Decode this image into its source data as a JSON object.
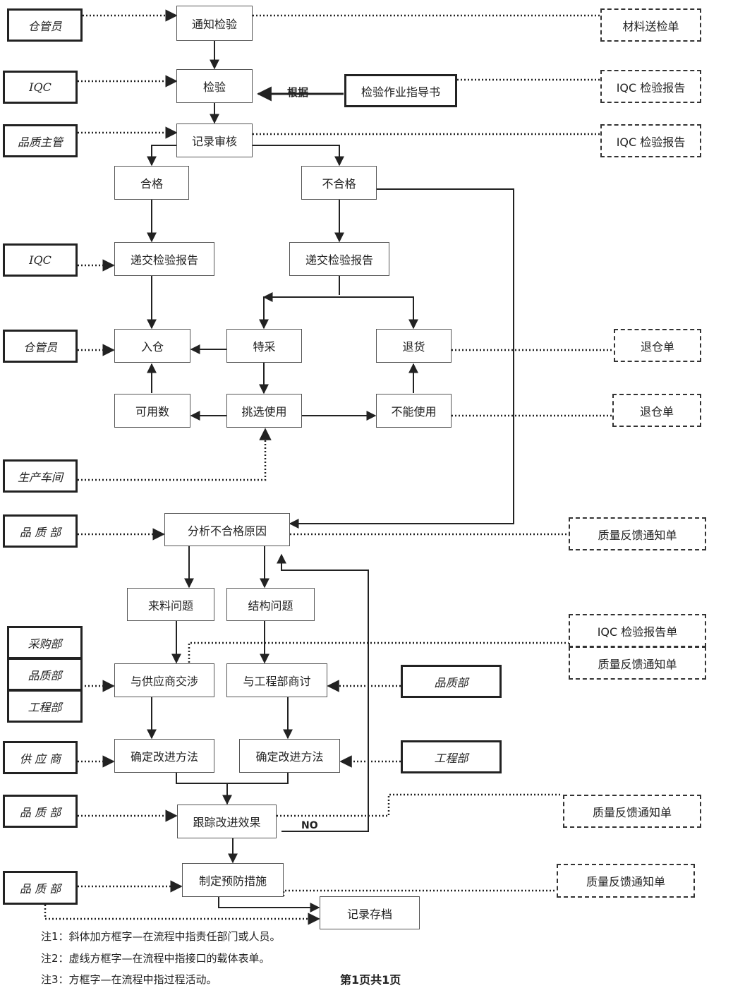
{
  "activities": {
    "notify": "通知检验",
    "inspect": "检验",
    "record_review": "记录审核",
    "pass": "合格",
    "fail": "不合格",
    "submit_report_pass": "递交检验报告",
    "submit_report_fail": "递交检验报告",
    "storage": "入仓",
    "special": "特采",
    "return_goods": "退货",
    "usable_qty": "可用数",
    "pick_use": "挑选使用",
    "unusable": "不能使用",
    "analyze": "分析不合格原因",
    "material_issue": "来料问题",
    "structure_issue": "结构问题",
    "negotiate_supplier": "与供应商交涉",
    "discuss_engineering": "与工程部商讨",
    "improve_1": "确定改进方法",
    "improve_2": "确定改进方法",
    "track": "跟踪改进效果",
    "prevent": "制定预防措施",
    "archive": "记录存档",
    "guide": "检验作业指导书"
  },
  "responsibles": {
    "warehouse_1": "仓管员",
    "iqc_1": "IQC",
    "qa_manager": "品质主管",
    "iqc_2": "IQC",
    "warehouse_2": "仓管员",
    "production": "生产车间",
    "quality_1": "品 质 部",
    "purchasing": "采购部",
    "quality_2": "品质部",
    "engineering_1": "工程部",
    "quality_right": "品质部",
    "supplier": "供 应 商",
    "engineering_right": "工程部",
    "quality_3": "品 质 部",
    "quality_4": "品 质 部"
  },
  "forms": {
    "material_form": "材料送检单",
    "iqc_report_1": "IQC 检验报告",
    "iqc_report_2": "IQC 检验报告",
    "return_form_1": "退仓单",
    "return_form_2": "退仓单",
    "feedback_1": "质量反馈通知单",
    "iqc_report_form": "IQC 检验报告单",
    "feedback_2": "质量反馈通知单",
    "feedback_3": "质量反馈通知单",
    "feedback_4": "质量反馈通知单"
  },
  "labels": {
    "basis": "根据",
    "no": "NO"
  },
  "notes": {
    "note1": "注1：斜体加方框字—在流程中指责任部门或人员。",
    "note2": "注2：虚线方框字—在流程中指接口的载体表单。",
    "note3": "注3：方框字—在流程中指过程活动。",
    "page": "第1页共1页"
  }
}
